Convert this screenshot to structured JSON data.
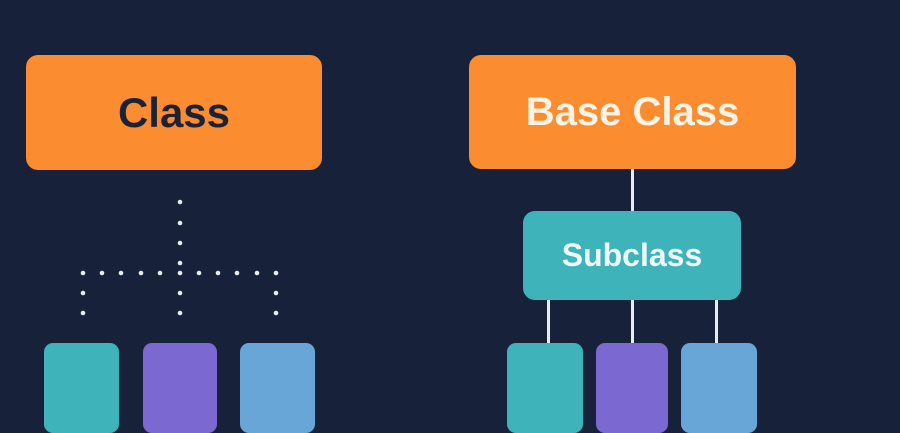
{
  "left": {
    "class_label": "Class"
  },
  "right": {
    "base_label": "Base Class",
    "subclass_label": "Subclass"
  },
  "colors": {
    "background": "#17223a",
    "orange": "#fb8c30",
    "teal": "#3fb3ba",
    "purple": "#7b68d0",
    "blue": "#68a6d8",
    "connector": "#e8ecf2"
  }
}
